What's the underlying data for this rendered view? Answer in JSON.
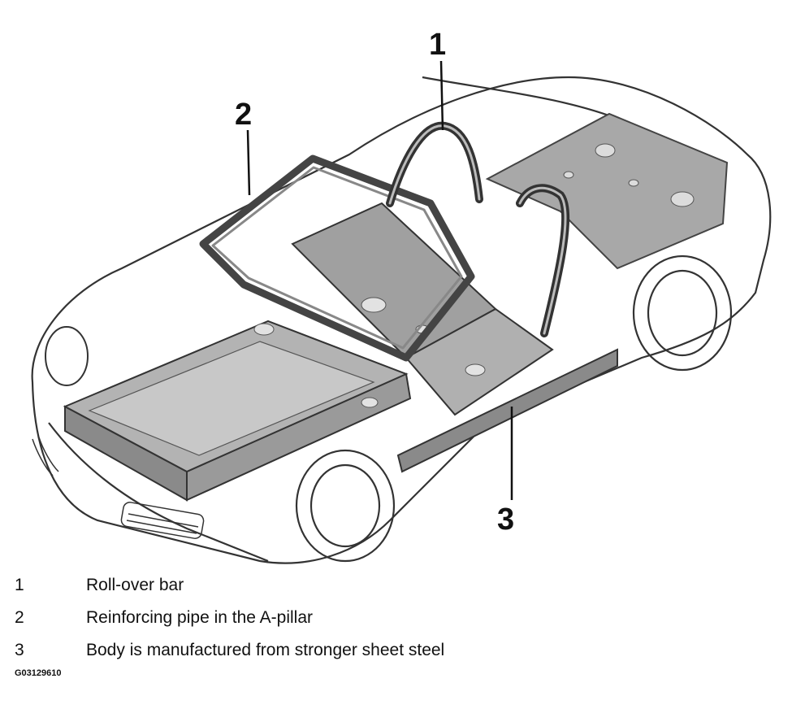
{
  "figure": {
    "callouts": [
      "1",
      "2",
      "3"
    ]
  },
  "legend": [
    {
      "num": "1",
      "text": "Roll-over bar"
    },
    {
      "num": "2",
      "text": "Reinforcing pipe in the A-pillar"
    },
    {
      "num": "3",
      "text": "Body is manufactured from stronger sheet steel"
    }
  ],
  "figure_id": "G03129610",
  "colors": {
    "ink": "#111111",
    "frame": "#555555",
    "panel": "#9a9a9a",
    "body_outline": "#333333"
  }
}
